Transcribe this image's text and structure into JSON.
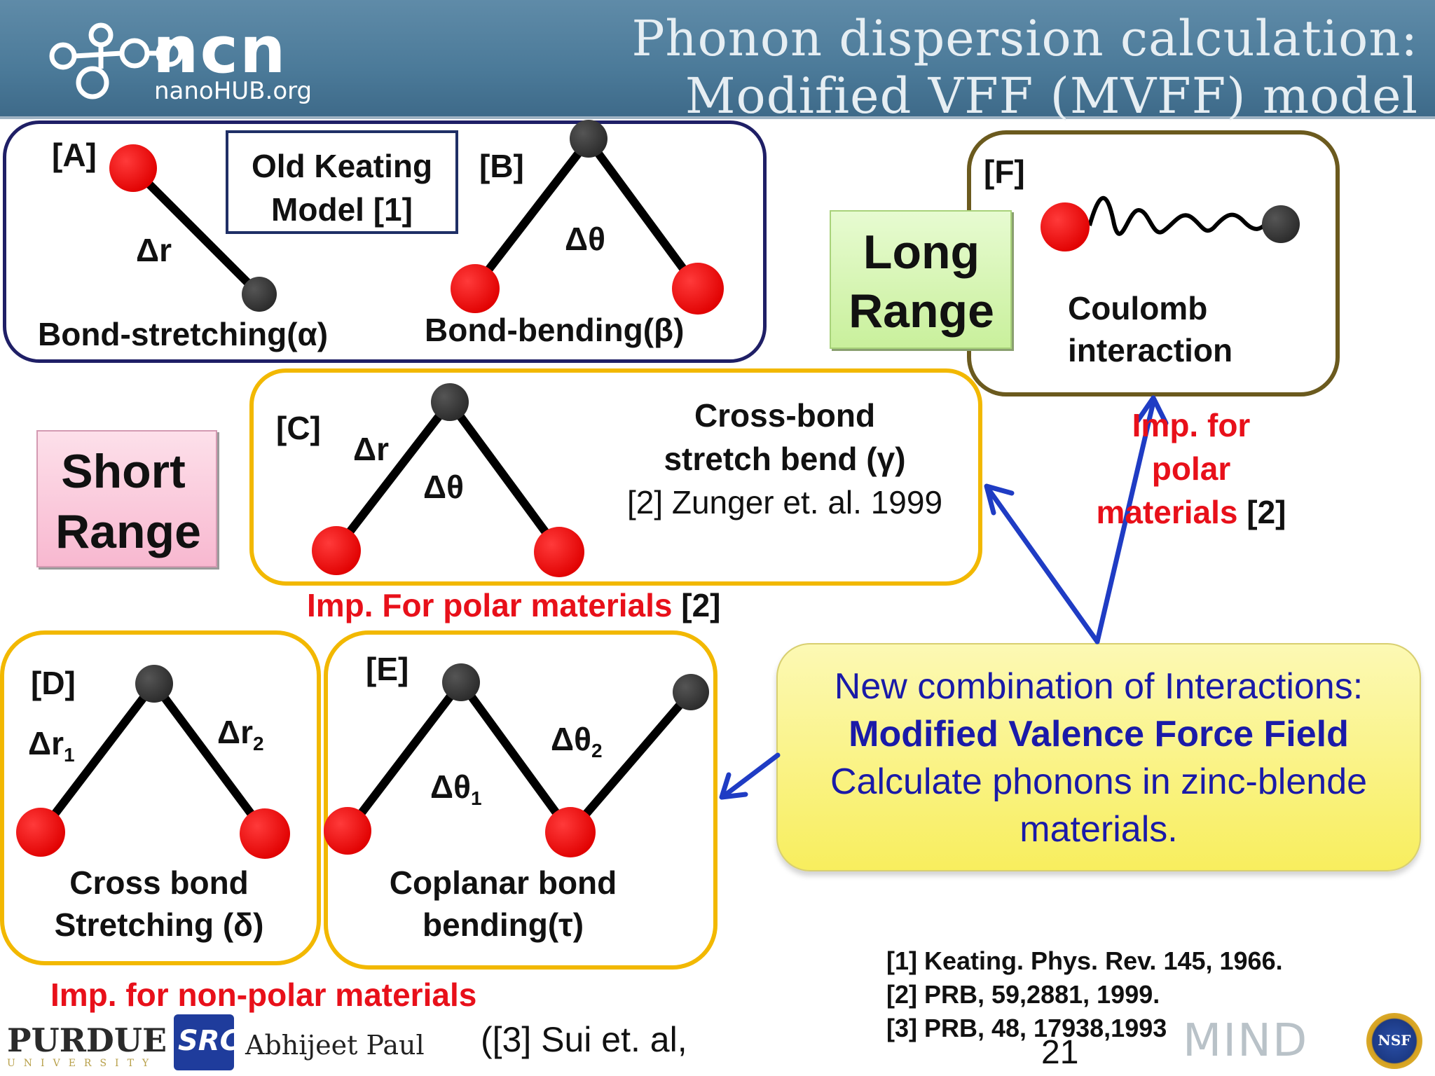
{
  "header": {
    "logo": {
      "wordmark": "ncn",
      "sub": "nanoHUB.org"
    },
    "title_line1": "Phonon dispersion calculation:",
    "title_line2": "Modified VFF (MVFF) model"
  },
  "panel_a": {
    "tag": "[A]",
    "delta": "Δr",
    "caption": "Bond-stretching(α)"
  },
  "keating": {
    "line1": "Old Keating",
    "line2": "Model  [1]"
  },
  "panel_b": {
    "tag": "[B]",
    "delta": "Δθ",
    "caption": "Bond-bending(β)"
  },
  "long_range": {
    "line1": "Long",
    "line2": "Range"
  },
  "panel_f": {
    "tag": "[F]",
    "caption_line1": "Coulomb",
    "caption_line2": "interaction"
  },
  "imp_f": {
    "line1": "Imp. for",
    "line2": "polar",
    "line3_red": "materials",
    "line3_ref": "[2]"
  },
  "short_range": {
    "line1": "Short",
    "line2": "Range"
  },
  "panel_c": {
    "tag": "[C]",
    "delta_r": "Δr",
    "delta_theta": "Δθ",
    "line1": "Cross-bond",
    "line2": "stretch bend (γ)",
    "line3": "[2] Zunger et. al. 1999"
  },
  "imp_c": {
    "red": "Imp. For polar materials",
    "ref": "[2]"
  },
  "panel_d": {
    "tag": "[D]",
    "dr1": "Δr",
    "dr1_sub": "1",
    "dr2": "Δr",
    "dr2_sub": "2",
    "caption_line1": "Cross bond",
    "caption_line2": "Stretching (δ)"
  },
  "panel_e": {
    "tag": "[E]",
    "dt1": "Δθ",
    "dt1_sub": "1",
    "dt2": "Δθ",
    "dt2_sub": "2",
    "caption_line1": "Coplanar bond",
    "caption_line2": "bending(τ)"
  },
  "mvff": {
    "line1": "New combination of Interactions:",
    "line2": "Modified Valence Force Field",
    "line3": "Calculate phonons in zinc-blende",
    "line4": "materials."
  },
  "imp_nonpolar": "Imp. for non-polar materials",
  "references": [
    "[1] Keating. Phys. Rev. 145, 1966.",
    "[2] PRB, 59,2881, 1999.",
    "[3] PRB, 48, 17938,1993"
  ],
  "footer": {
    "purdue": "PURDUE",
    "purdue_sub": "UNIVERSITY",
    "src": "SRC",
    "author": "Abhijeet Paul",
    "sui_ref": "([3] Sui et. al,",
    "slide_number": "21",
    "mind": "MIND",
    "nsf": "NSF"
  },
  "colors": {
    "atom_red": "#ee0000",
    "atom_dark": "#333333",
    "navy": "#1f1f66",
    "gold": "#f2b800",
    "olive": "#6b5a1e",
    "arrow_blue": "#1f3cc4",
    "long_range_bg": "#d4f5b0",
    "short_range_bg": "#fbc9dd",
    "mvff_bg": "#fbf58a"
  }
}
